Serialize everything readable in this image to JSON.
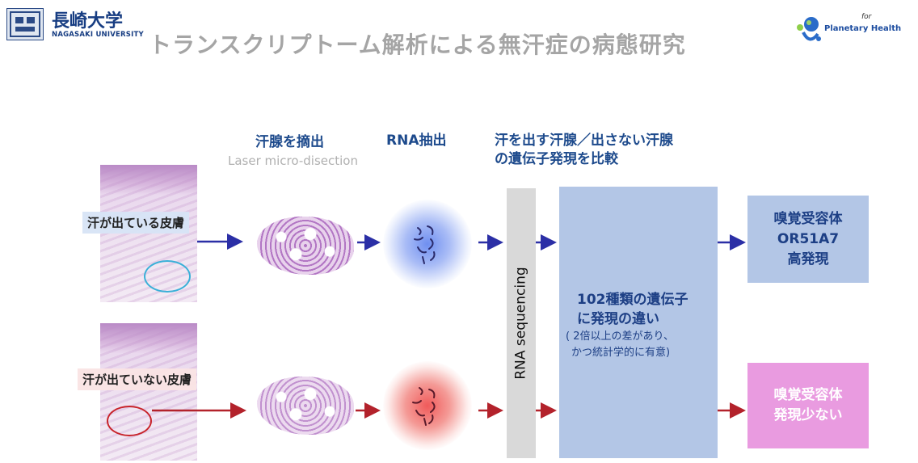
{
  "header": {
    "university_name_ja": "長崎大学",
    "university_name_en": "NAGASAKI UNIVERSITY",
    "title": "トランスクリプトーム解析による無汗症の病態研究",
    "partner_logo_text": "Planetary Health",
    "partner_logo_prefix": "for"
  },
  "steps": {
    "extract_title": "汗腺を摘出",
    "extract_method": "Laser micro-disection",
    "rna_title": "RNA抽出",
    "compare_title_line1": "汗を出す汗腺／出さない汗腺",
    "compare_title_line2": "の遺伝子発現を比較"
  },
  "samples": {
    "sweating_label": "汗が出ている皮膚",
    "non_sweating_label": "汗が出ていない皮膚"
  },
  "sequencing": {
    "label": "RNA sequencing"
  },
  "comparison": {
    "line1": "102種類の遺伝子",
    "line2": "に発現の違い",
    "note_line1": "( 2倍以上の差があり、",
    "note_line2": "かつ統計学的に有意)"
  },
  "results": {
    "sweating": [
      "嗅覚受容体",
      "OR51A7",
      "高発現"
    ],
    "non_sweating": [
      "嗅覚受容体",
      "発現少ない"
    ]
  },
  "colors": {
    "sweating_arrow": "#2b2fa6",
    "non_sweating_arrow": "#b3222b",
    "title_gray": "#a5a5a5",
    "heading_blue": "#1d4a8c",
    "box_blue": "#b3c6e6",
    "box_pink": "#e99be0"
  },
  "icons": [
    "university-logo",
    "planetary-health-logo",
    "rna-strand-icon"
  ]
}
